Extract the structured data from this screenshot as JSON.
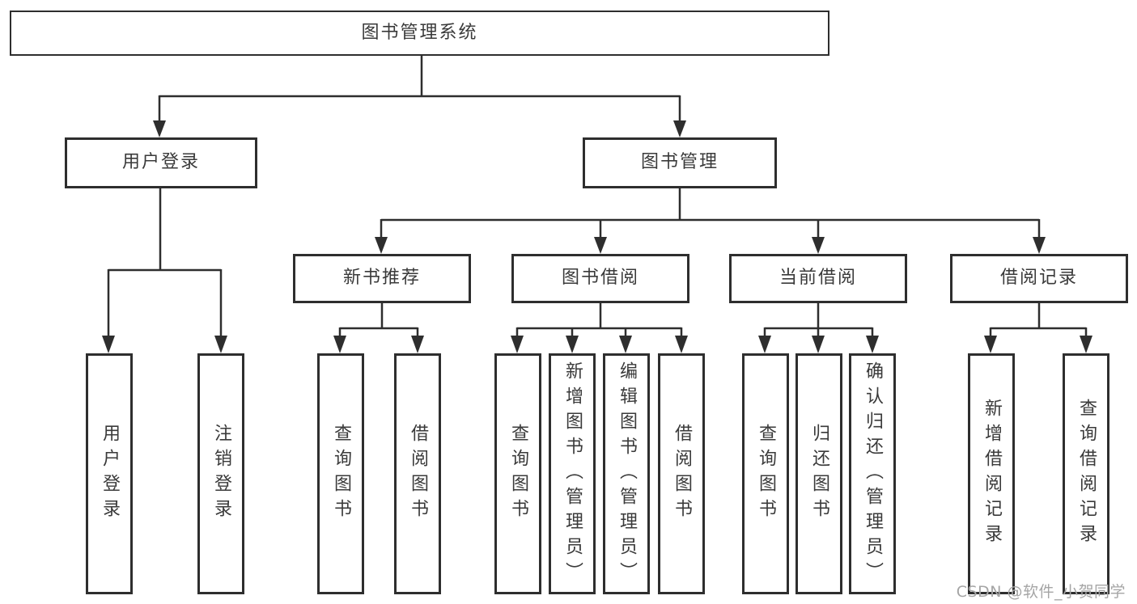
{
  "diagram": {
    "nodes": {
      "root": "图书管理系统",
      "user_login": "用户登录",
      "book_management": "图书管理",
      "new_book_recommend": "新书推荐",
      "book_borrow": "图书借阅",
      "current_borrow": "当前借阅",
      "borrow_records": "借阅记录",
      "leaf_user_login": "用户登录",
      "leaf_logout": "注销登录",
      "leaf_query_books_recommend": "查询图书",
      "leaf_borrow_books_recommend": "借阅图书",
      "leaf_query_books_borrow": "查询图书",
      "leaf_add_books_admin": "新增图书（管理员）",
      "leaf_edit_books_admin": "编辑图书（管理员）",
      "leaf_borrow_books_borrow": "借阅图书",
      "leaf_query_books_current": "查询图书",
      "leaf_return_books": "归还图书",
      "leaf_confirm_return_admin": "确认归还（管理员）",
      "leaf_add_borrow_record": "新增借阅记录",
      "leaf_query_borrow_record": "查询借阅记录"
    },
    "hierarchy": {
      "图书管理系统": {
        "用户登录": [
          "用户登录",
          "注销登录"
        ],
        "图书管理": {
          "新书推荐": [
            "查询图书",
            "借阅图书"
          ],
          "图书借阅": [
            "查询图书",
            "新增图书（管理员）",
            "编辑图书（管理员）",
            "借阅图书"
          ],
          "当前借阅": [
            "查询图书",
            "归还图书",
            "确认归还（管理员）"
          ],
          "借阅记录": [
            "新增借阅记录",
            "查询借阅记录"
          ]
        }
      }
    },
    "line_color": "#2e2e2e"
  },
  "watermark": {
    "text": "CSDN @软件_小贺同学"
  }
}
